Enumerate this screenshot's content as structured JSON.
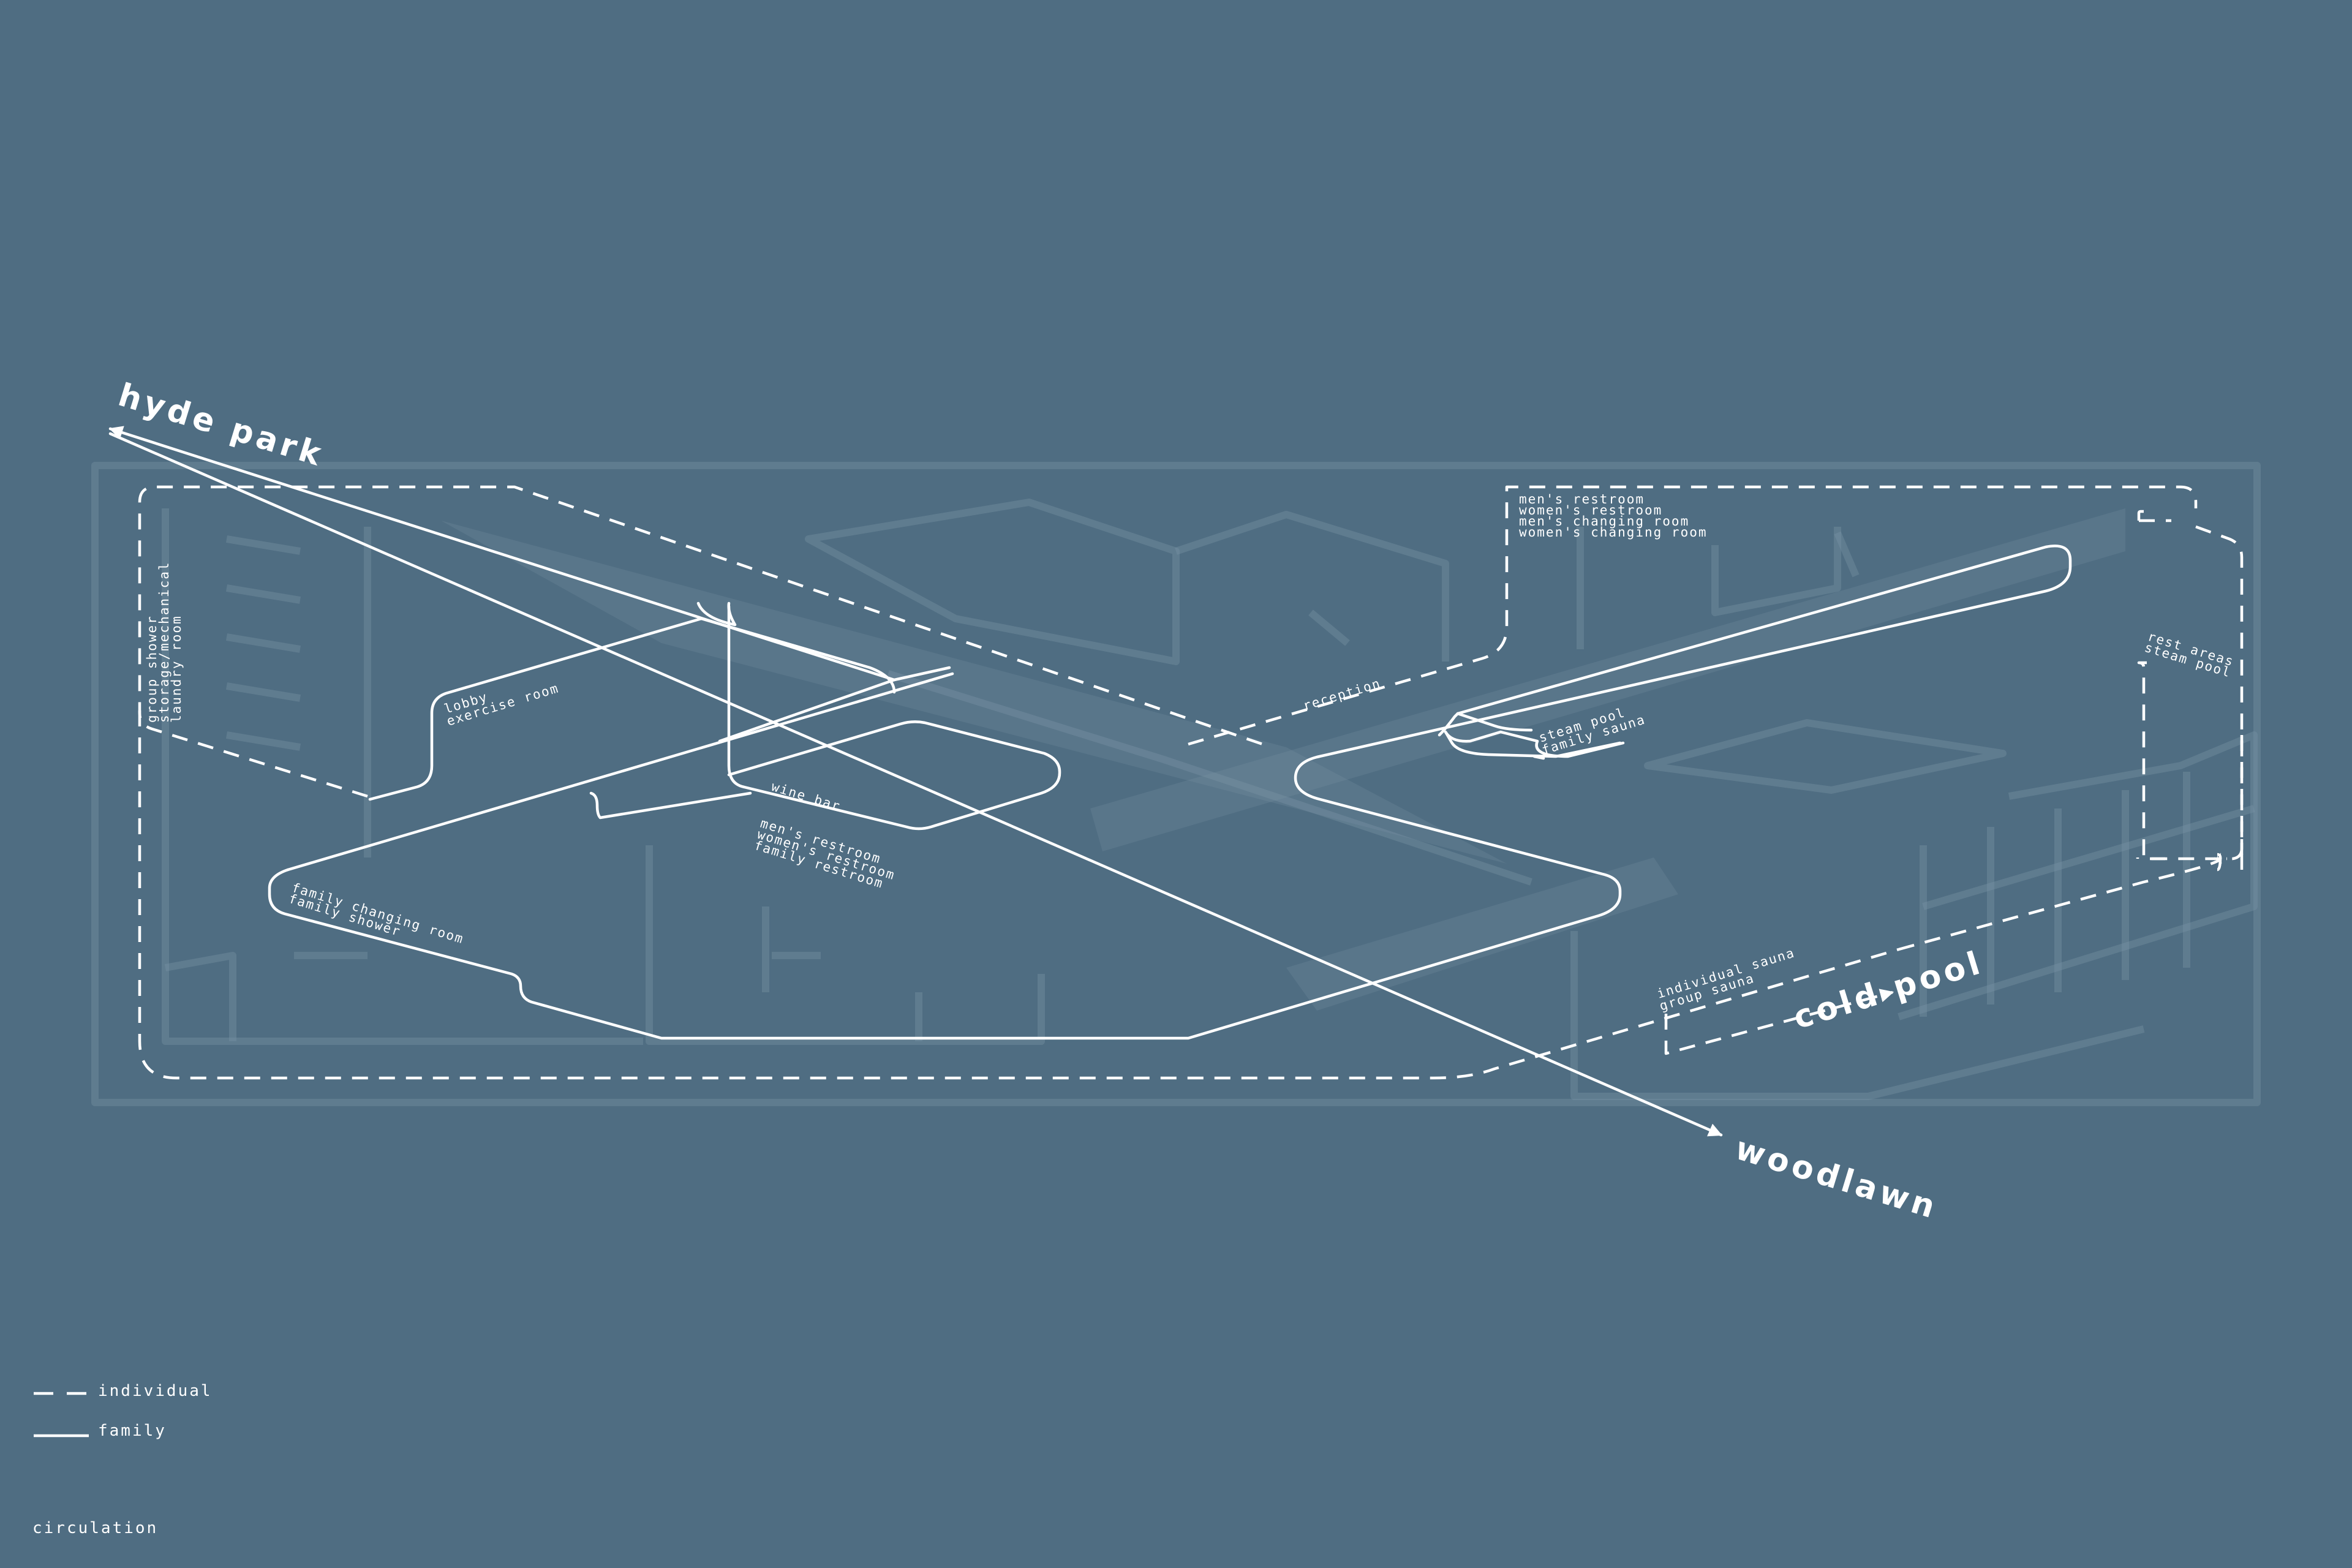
{
  "destinations": {
    "hyde_park": "hyde park",
    "woodlawn": "woodlawn",
    "cold_pool": "cold pool"
  },
  "rooms": {
    "group_shower": "group shower",
    "storage_mechanical": "storage/mechanical",
    "laundry_room": "laundry room",
    "lobby": "lobby",
    "exercise_room": "exercise room",
    "wine_bar": "wine bar",
    "center_mens_restroom": "men's restroom",
    "center_womens_restroom": "women's restroom",
    "center_family_restroom": "family restroom",
    "family_changing_room": "family changing room",
    "family_shower": "family shower",
    "reception": "reception",
    "top_mens_restroom": "men's restroom",
    "top_womens_restroom": "women's restroom",
    "top_mens_changing": "men's changing room",
    "top_womens_changing": "women's changing room",
    "steam_pool": "steam pool",
    "family_sauna": "family sauna",
    "rest_areas": "rest areas",
    "right_steam_pool": "steam pool",
    "individual_sauna": "individual sauna",
    "group_sauna": "group sauna"
  },
  "legend": {
    "individual": "individual",
    "family": "family"
  },
  "caption": "circulation",
  "colors": {
    "background": "#4f6d82",
    "line": "#ffffff",
    "ghost": "#7e97a8"
  }
}
